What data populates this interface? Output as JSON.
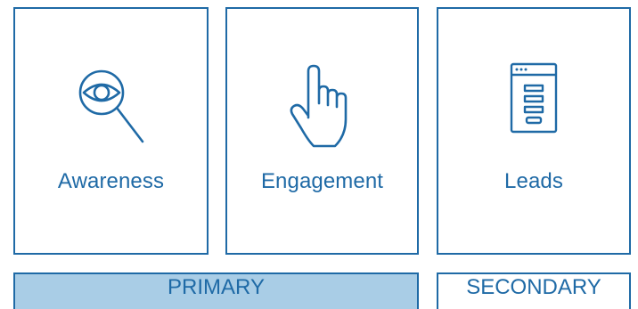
{
  "cards": [
    {
      "label": "Awareness",
      "icon": "magnifier-eye-icon"
    },
    {
      "label": "Engagement",
      "icon": "hand-pointer-icon"
    },
    {
      "label": "Leads",
      "icon": "browser-form-icon"
    }
  ],
  "bars": {
    "primary": "PRIMARY",
    "secondary": "SECONDARY"
  },
  "colors": {
    "stroke": "#1f6aa6",
    "primary_fill": "#a9cde6",
    "background": "#ffffff"
  }
}
